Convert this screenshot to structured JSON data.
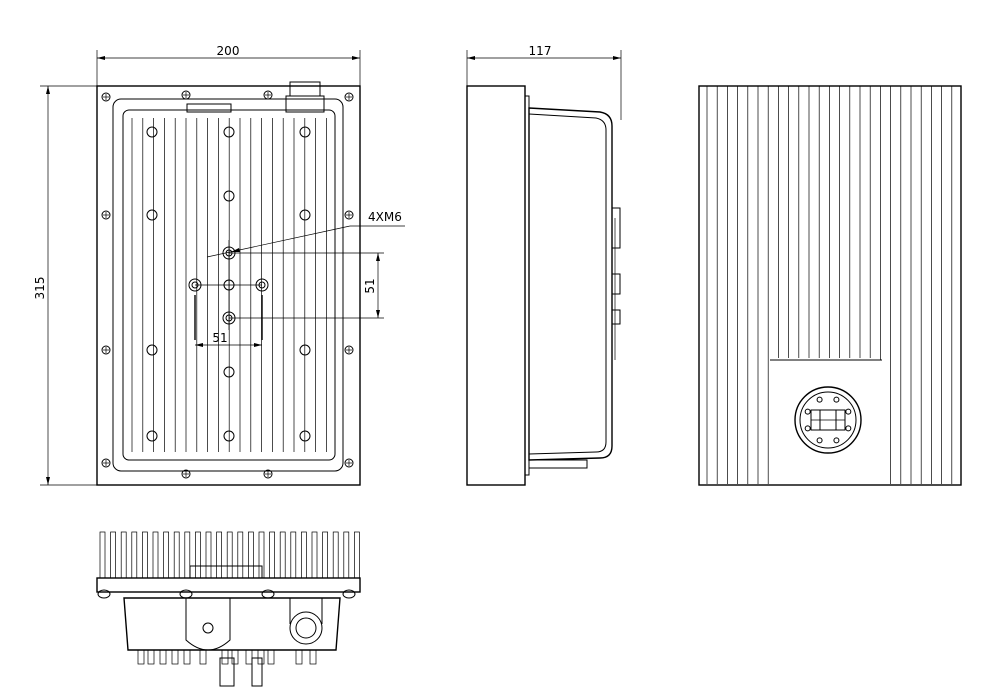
{
  "drawing": {
    "front_view": {
      "width_dim": "200",
      "height_dim": "315",
      "hole_callout": "4XM6",
      "hole_spacing_vertical": "51",
      "hole_spacing_horizontal": "51"
    },
    "side_view": {
      "depth_dim": "117"
    }
  },
  "colors": {
    "line": "#000000",
    "background": "#ffffff"
  }
}
